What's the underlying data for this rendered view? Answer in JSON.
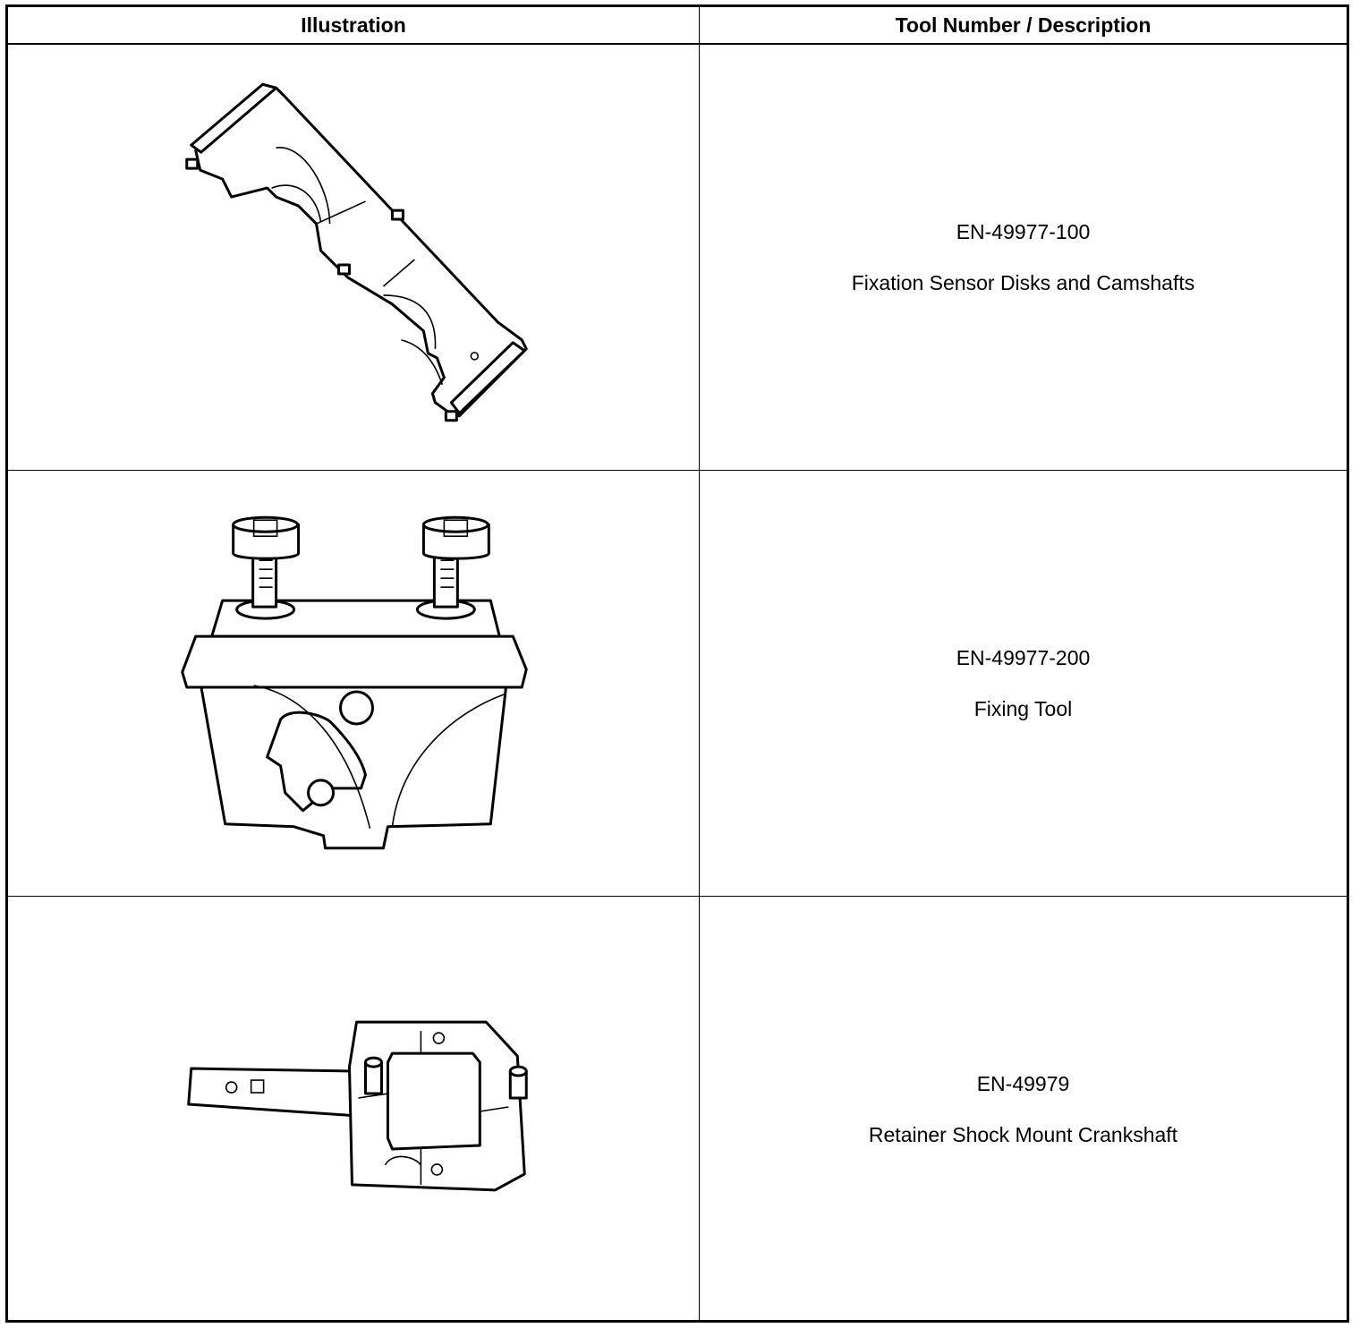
{
  "table": {
    "headers": [
      "Illustration",
      "Tool Number / Description"
    ],
    "rows": [
      {
        "tool_number": "EN-49977-100",
        "description": "Fixation Sensor Disks and Camshafts",
        "illustration": "camshaft-fixation-tool-drawing"
      },
      {
        "tool_number": "EN-49977-200",
        "description": "Fixing Tool",
        "illustration": "fixing-tool-drawing"
      },
      {
        "tool_number": "EN-49979",
        "description": "Retainer Shock Mount Crankshaft",
        "illustration": "crankshaft-retainer-drawing"
      }
    ]
  }
}
